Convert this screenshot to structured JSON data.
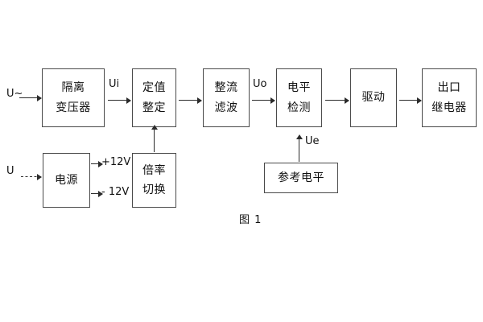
{
  "figure": {
    "caption": "图 1",
    "background": "#ffffff",
    "line_color": "#4a4a4a",
    "text_color": "#111111"
  },
  "inputs": {
    "ac_source": "U~",
    "dc_source": "U"
  },
  "signals": {
    "ui": "Ui",
    "uo": "Uo",
    "ue": "Ue",
    "pos12": "+12V",
    "neg12": "- 12V"
  },
  "blocks": {
    "isolation_transformer": {
      "line1": "隔离",
      "line2": "变压器"
    },
    "setting_value": {
      "line1": "定值",
      "line2": "整定"
    },
    "rectify_filter": {
      "line1": "整流",
      "line2": "滤波"
    },
    "level_detect": {
      "line1": "电平",
      "line2": "检测"
    },
    "drive": {
      "line1": "驱动"
    },
    "output_relay": {
      "line1": "出口",
      "line2": "继电器"
    },
    "power_supply": {
      "line1": "电源"
    },
    "multiplier_switch": {
      "line1": "倍率",
      "line2": "切换"
    },
    "reference_level": {
      "line1": "参考电平"
    }
  }
}
